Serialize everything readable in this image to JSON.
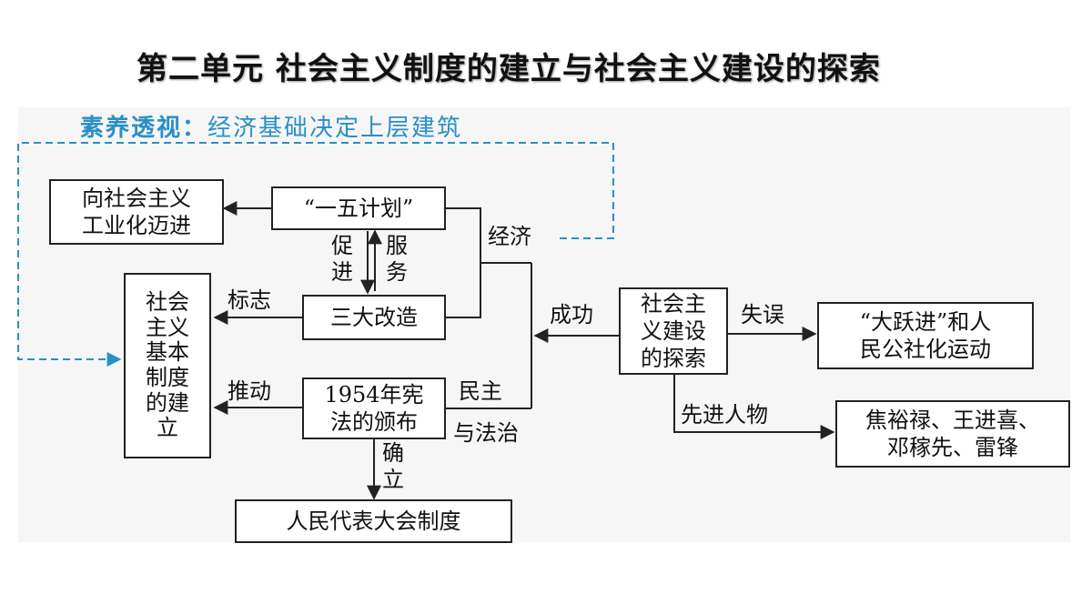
{
  "title": "第二单元  社会主义制度的建立与社会主义建设的探索",
  "literacy": {
    "key": "素养透视：",
    "text": "经济基础决定上层建筑"
  },
  "boxes": {
    "industrialize": "向社会主义\n工业化迈进",
    "five_year_plan": "“一五计划”",
    "transformations": "三大改造",
    "basic_system": "社会\n主义\n基本\n制度\n的建\n立",
    "constitution": "1954年宪\n法的颁布",
    "npc": "人民代表大会制度",
    "exploration": "社会主\n义建设\n的探索",
    "great_leap": "“大跃进”和人\n民公社化运动",
    "figures": "焦裕禄、王进喜、\n邓稼先、雷锋"
  },
  "labels": {
    "promote": "促\n进",
    "serve": "服\n务",
    "economy": "经济",
    "mark": "标志",
    "push": "推动",
    "democracy_1": "民主",
    "democracy_2": "与法治",
    "establish": "确\n立",
    "success": "成功",
    "mistake": "失误",
    "advanced": "先进人物"
  },
  "colors": {
    "accent": "#2a8fc8",
    "line": "#222222",
    "panel": "#f6f6f6"
  }
}
